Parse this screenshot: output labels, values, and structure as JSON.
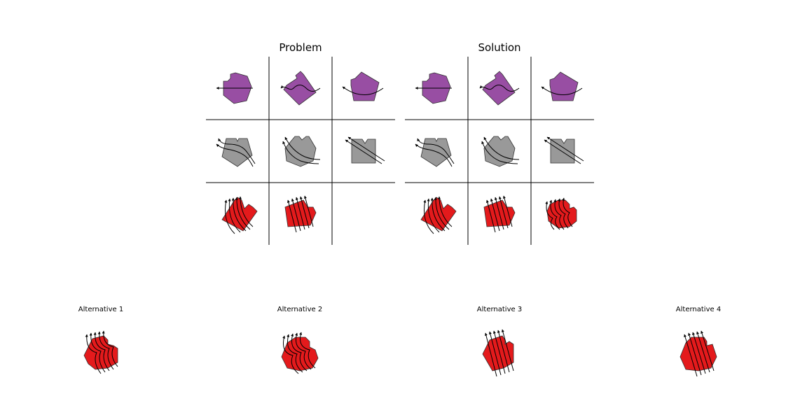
{
  "panels": {
    "problem_title": "Problem",
    "solution_title": "Solution"
  },
  "alternatives": [
    {
      "label": "Alternative 1"
    },
    {
      "label": "Alternative 2"
    },
    {
      "label": "Alternative 3"
    },
    {
      "label": "Alternative 4"
    }
  ],
  "colors": {
    "row1": "#984ea3",
    "row2": "#999999",
    "row3": "#e41a1c",
    "grid": "#000000"
  }
}
